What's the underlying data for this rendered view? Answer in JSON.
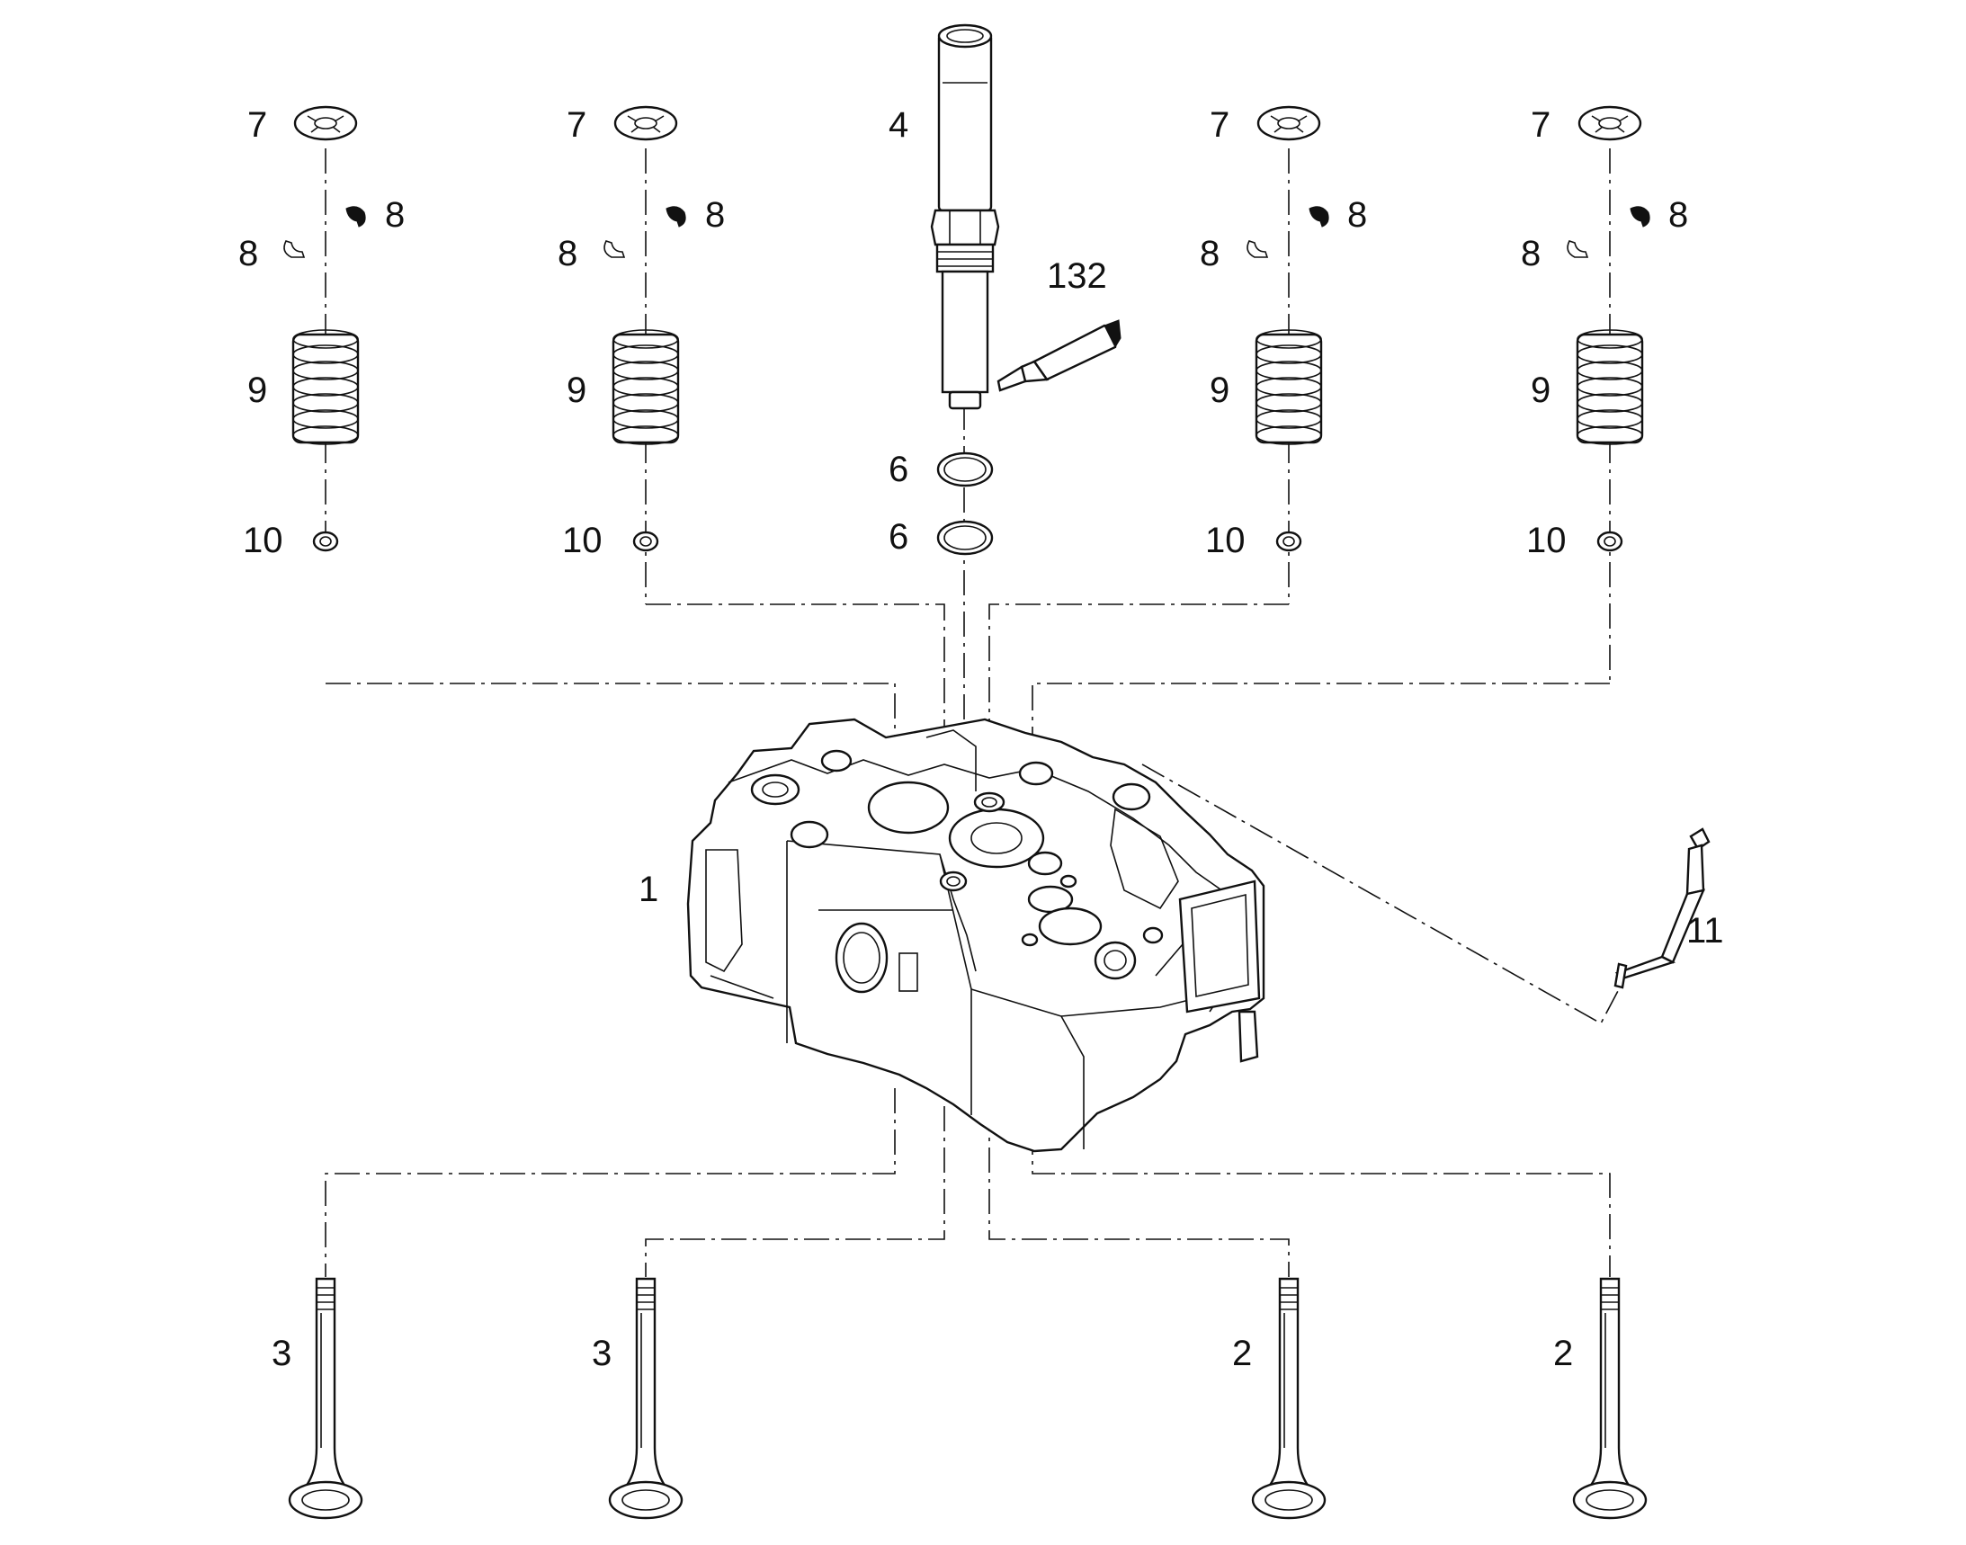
{
  "diagram": {
    "callouts": {
      "head": "1",
      "exhaust_valve": "2",
      "intake_valve": "3",
      "injector": "4",
      "injector_seal": "6",
      "spring_cap": "7",
      "valve_keeper": "8",
      "valve_spring": "9",
      "valve_seal": "10",
      "glow_plug": "11",
      "sealant": "132"
    }
  }
}
